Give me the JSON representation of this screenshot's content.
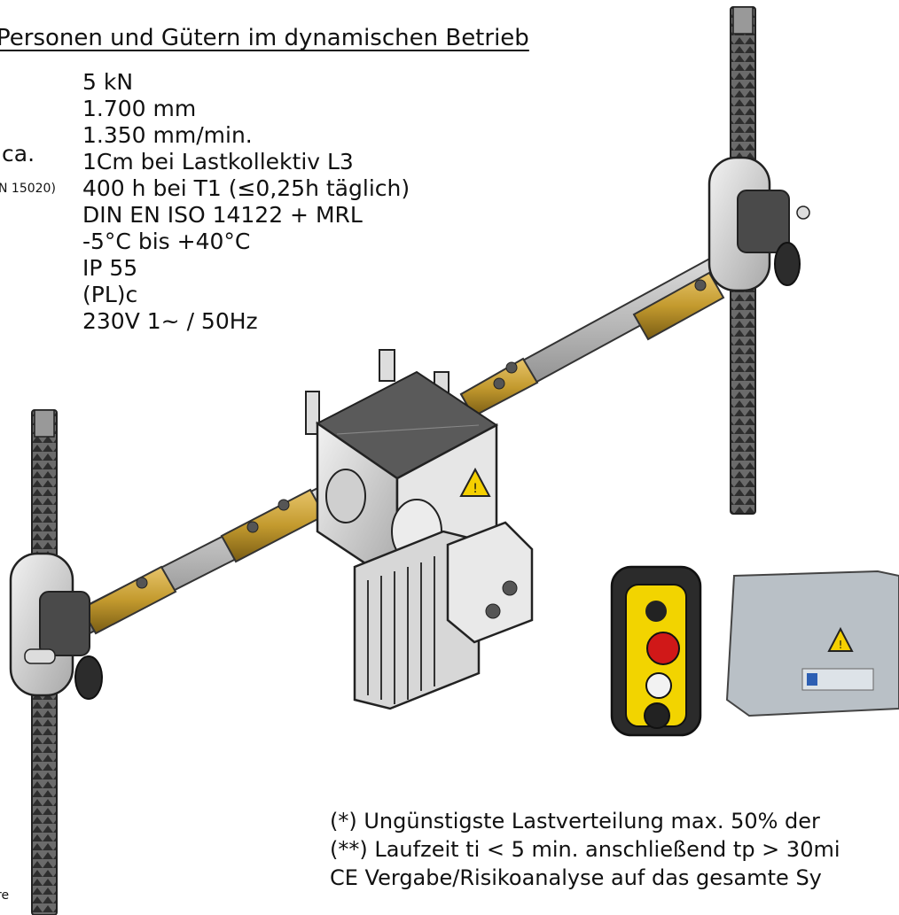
{
  "heading": "Personen und Gütern im dynamischen Betrieb",
  "labels": {
    "speed": "ca.",
    "standard": "N 15020)"
  },
  "specs": [
    "5 kN",
    "1.700 mm",
    "1.350 mm/min.",
    "1Cm bei Lastkollektiv L3",
    "400 h bei T1 (≤0,25h täglich)",
    "DIN EN ISO 14122 + MRL",
    "-5°C bis +40°C",
    "IP 55",
    "(PL)c",
    "230V 1~ / 50Hz"
  ],
  "notes": [
    "(*)  Ungünstigste Lastverteilung max. 50% der",
    "(**) Laufzeit ti < 5 min. anschließend tp > 30mi",
    "CE Vergabe/Risikoanalyse auf das gesamte Sy"
  ],
  "footer": "re",
  "colors": {
    "rack": "#555555",
    "shaft": "#b7b7b7",
    "coupling": "#c39a2e",
    "pendant": "#f2d400",
    "box": "#b9c0c6",
    "warning": "#f5d000"
  }
}
